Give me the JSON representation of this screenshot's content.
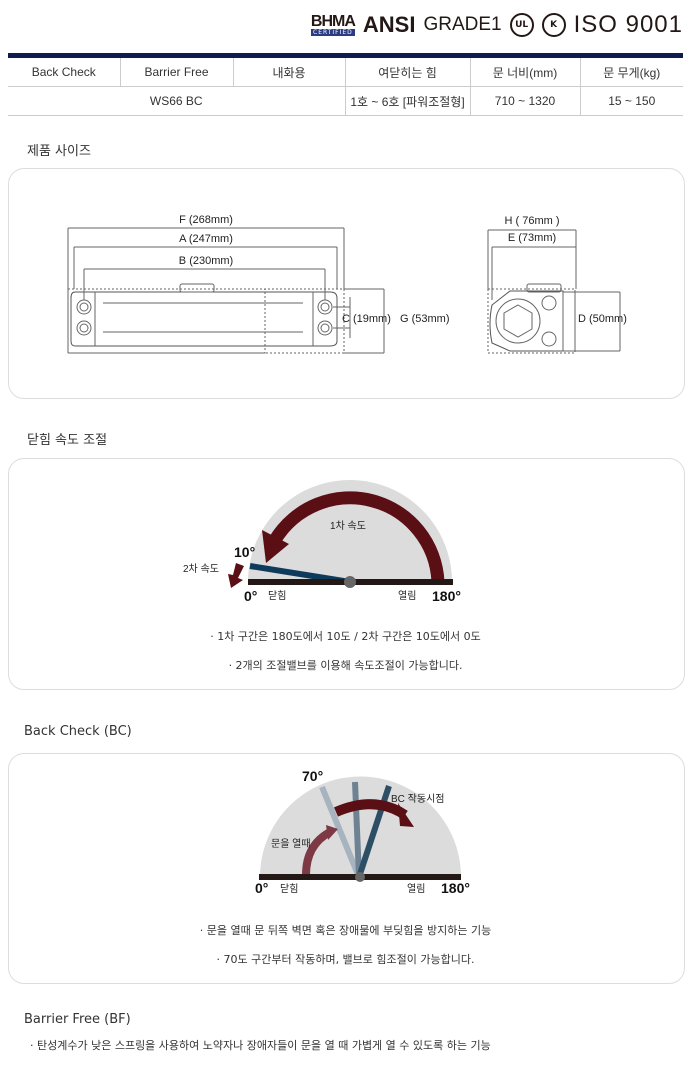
{
  "certs": {
    "bhma": "BHMA",
    "bhma_sub": "CERTIFIED",
    "ansi": "ANSI",
    "grade": "GRADE1",
    "ul": "UL",
    "kc": "K",
    "iso": "ISO 9001"
  },
  "spec_table": {
    "headers": [
      "Back Check",
      "Barrier Free",
      "내화용",
      "여닫히는 힘",
      "문 너비(mm)",
      "문 무게(kg)"
    ],
    "row": {
      "model": "WS66  BC",
      "force": "1호 ~ 6호 [파워조절형]",
      "width": "710 ~ 1320",
      "weight": "15 ~ 150"
    }
  },
  "size_section": {
    "title": "제품 사이즈",
    "dims": {
      "F": "F (268mm)",
      "A": "A (247mm)",
      "B": "B (230mm)",
      "C": "C (19mm)",
      "G": "G (53mm)",
      "H": "H ( 76mm )",
      "E": "E (73mm)",
      "D": "D (50mm)"
    }
  },
  "speed_section": {
    "title": "닫힘 속도 조절",
    "first_speed": "1차 속도",
    "second_speed": "2차 속도",
    "angle_10": "10°",
    "angle_0": "0°",
    "angle_180": "180°",
    "closed": "닫힘",
    "open": "열림",
    "notes": [
      "· 1차 구간은 180도에서 10도 / 2차 구간은 10도에서 0도",
      "· 2개의 조절밸브를 이용해 속도조절이 가능합니다."
    ]
  },
  "bc_section": {
    "title": "Back Check (BC)",
    "angle_70": "70°",
    "angle_0": "0°",
    "angle_180": "180°",
    "bc_start": "BC 작동시점",
    "when_open": "문을 열때",
    "closed": "닫힘",
    "open": "열림",
    "notes": [
      "· 문을 열때 문 뒤쪽 벽면 혹은 장애물에 부딪힘을 방지하는 기능",
      "· 70도 구간부터 작동하며, 밸브로 힘조절이 가능합니다."
    ]
  },
  "bf_section": {
    "title": "Barrier Free (BF)",
    "text": "· 탄성계수가 낮은 스프링을 사용하여 노약자나 장애자들이 문을 열 때 가볍게 열 수 있도록 하는 기능"
  }
}
